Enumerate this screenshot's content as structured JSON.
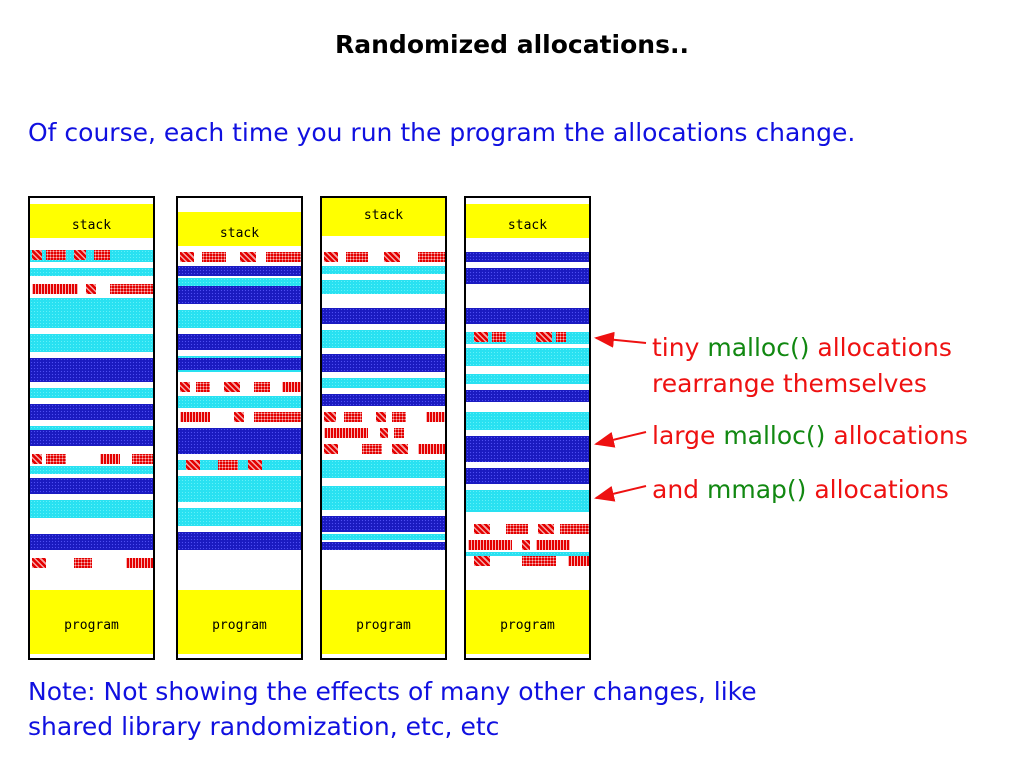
{
  "title": "Randomized allocations..",
  "subtitle": "Of course, each time you run the program the allocations change.",
  "note": {
    "line1": "Note: Not showing the effects of many other changes, like",
    "line2": "shared library randomization, etc, etc"
  },
  "panel_labels": {
    "stack": "stack",
    "program": "program"
  },
  "annotations": {
    "tiny": {
      "prefix": "tiny ",
      "func": "malloc()",
      "suffix": " allocations",
      "line2": "rearrange themselves"
    },
    "large": {
      "prefix": "large ",
      "func": "malloc()",
      "suffix": " allocations"
    },
    "mmap": {
      "prefix": "and ",
      "func": "mmap()",
      "suffix": " allocations"
    }
  },
  "colors": {
    "title": "#000000",
    "body_text": "#1010e0",
    "label_red": "#ee1111",
    "label_green": "#118811",
    "stack_program": "#ffff00",
    "small_alloc": "#29e1f1",
    "large_alloc": "#1a1ac0",
    "tiny_alloc": "#e40000"
  }
}
